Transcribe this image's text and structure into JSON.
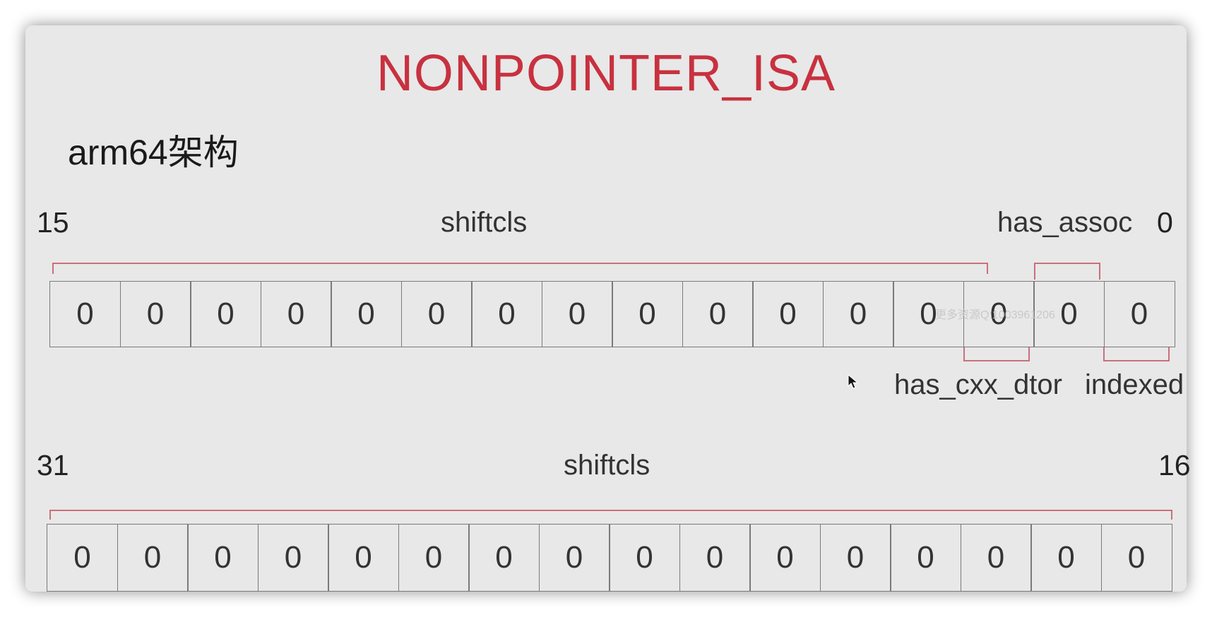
{
  "title": "NONPOINTER_ISA",
  "subtitle": "arm64架构",
  "row1": {
    "start_bit": "15",
    "end_bit": "0",
    "shiftcls_label": "shiftcls",
    "has_assoc_label": "has_assoc",
    "has_cxx_dtor_label": "has_cxx_dtor",
    "indexed_label": "indexed",
    "bits": [
      "0",
      "0",
      "0",
      "0",
      "0",
      "0",
      "0",
      "0",
      "0",
      "0",
      "0",
      "0",
      "0",
      "0",
      "0",
      "0"
    ]
  },
  "row2": {
    "start_bit": "31",
    "end_bit": "16",
    "shiftcls_label": "shiftcls",
    "bits": [
      "0",
      "0",
      "0",
      "0",
      "0",
      "0",
      "0",
      "0",
      "0",
      "0",
      "0",
      "0",
      "0",
      "0",
      "0",
      "0"
    ]
  },
  "watermark": "更多资源Q:1003961206",
  "colors": {
    "title": "#c8313f",
    "bracket": "#c9707a",
    "background": "#e8e8e8"
  },
  "icons": {
    "cursor": "mouse-pointer-icon"
  }
}
